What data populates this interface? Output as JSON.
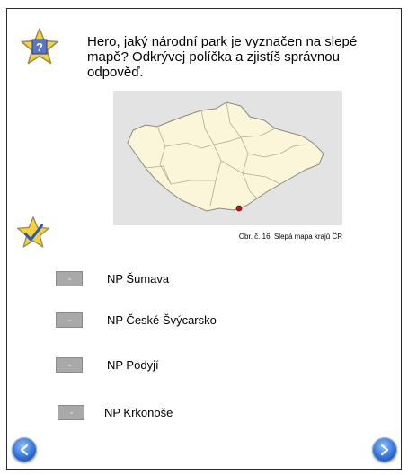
{
  "question": {
    "text": "Hero, jaký národní park je vyznačen na slepé mapě? Odkrývej políčka a zjistíš správnou odpověď."
  },
  "map": {
    "caption": "Obr. č. 16: Slepá mapa krajů ČR"
  },
  "options": [
    {
      "label": "NP Šumava"
    },
    {
      "label": "NP České Švýcarsko"
    },
    {
      "label": "NP Podyjí"
    },
    {
      "label": "NP Krkonoše"
    }
  ],
  "icons": {
    "question_star": "star-question-icon",
    "answer_star": "star-check-icon",
    "prev": "arrow-left-icon",
    "next": "arrow-right-icon"
  },
  "colors": {
    "map_land": "#fbf6d9",
    "map_background": "#e3e3e3",
    "marker": "#c01818",
    "checkbox": "#a9a9a9",
    "nav_button": "#2f6fd8",
    "star": "#f3d23a"
  }
}
